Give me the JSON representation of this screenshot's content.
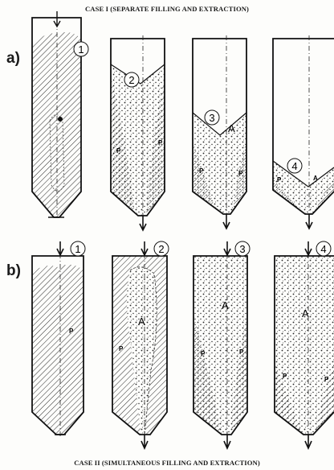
{
  "caption_top": "CASE I  (SEPARATE FILLING AND EXTRACTION)",
  "caption_bottom": "CASE II  (SIMULTANEOUS FILLING AND EXTRACTION)",
  "row_a_label": "a)",
  "row_b_label": "b)",
  "row_a": [
    {
      "step": "1",
      "zones": []
    },
    {
      "step": "2",
      "zones": [
        "P",
        "P"
      ]
    },
    {
      "step": "3",
      "zones": [
        "A",
        "P",
        "P"
      ]
    },
    {
      "step": "4",
      "zones": [
        "P",
        "A"
      ]
    }
  ],
  "row_b": [
    {
      "step": "1",
      "zones": [
        "P"
      ]
    },
    {
      "step": "2",
      "zones": [
        "A",
        "P"
      ]
    },
    {
      "step": "3",
      "zones": [
        "A",
        "P",
        "P"
      ]
    },
    {
      "step": "4",
      "zones": [
        "A",
        "P",
        "P"
      ]
    }
  ],
  "colors": {
    "ink": "#1a1a1a",
    "background": "#fdfdfb"
  }
}
